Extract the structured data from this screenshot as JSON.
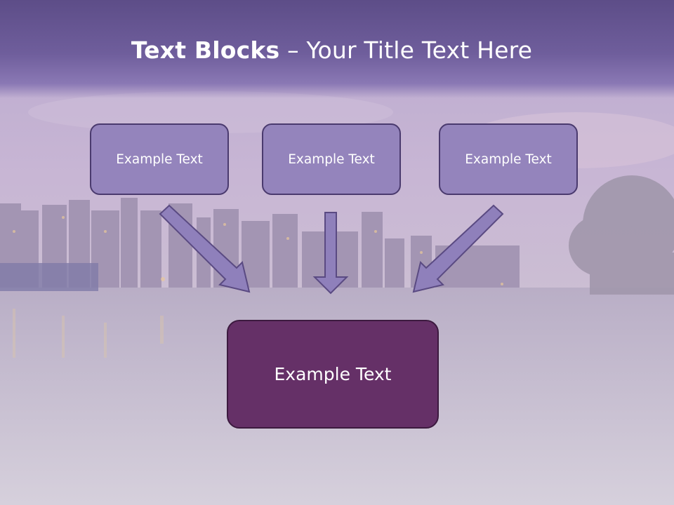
{
  "slide": {
    "title_bold": "Text Blocks",
    "title_dash": " – ",
    "title_rest": "Your Title Text Here"
  },
  "blocks": {
    "top": [
      "Example Text",
      "Example Text",
      "Example Text"
    ],
    "bottom": "Example Text"
  },
  "colors": {
    "title_band": "#6f5e9c",
    "top_box_fill": "#9484bc",
    "top_box_border": "#4a3a6e",
    "bottom_box_fill": "#653067",
    "arrow_fill": "#8f80bb"
  }
}
